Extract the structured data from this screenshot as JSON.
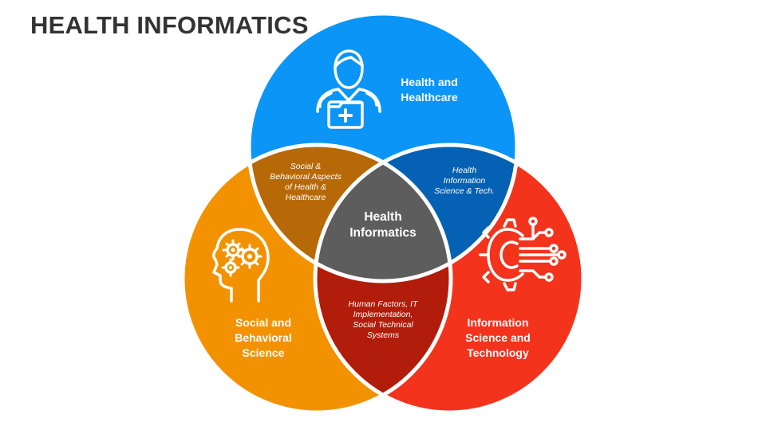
{
  "title": "HEALTH INFORMATICS",
  "colors": {
    "health": "#0a95f7",
    "social": "#f39200",
    "info": "#f4331c",
    "health_social": "#b86907",
    "health_info": "#0561b3",
    "social_info": "#b11d0a",
    "center": "#5d5d5d"
  },
  "circles": {
    "health": {
      "lines": [
        "Health and",
        "Healthcare"
      ],
      "icon": "doctor-icon"
    },
    "social": {
      "lines": [
        "Social and",
        "Behavioral",
        "Science"
      ],
      "icon": "head-gears-icon"
    },
    "info": {
      "lines": [
        "Information",
        "Science and",
        "Technology"
      ],
      "icon": "gear-circuit-icon"
    }
  },
  "overlaps": {
    "health_social": [
      "Social &",
      "Behavioral Aspects",
      "of Health &",
      "Healthcare"
    ],
    "health_info": [
      "Health",
      "Information",
      "Science & Tech."
    ],
    "social_info": [
      "Human Factors, IT",
      "Implementation,",
      "Social Technical",
      "Systems"
    ]
  },
  "center": [
    "Health",
    "Informatics"
  ]
}
